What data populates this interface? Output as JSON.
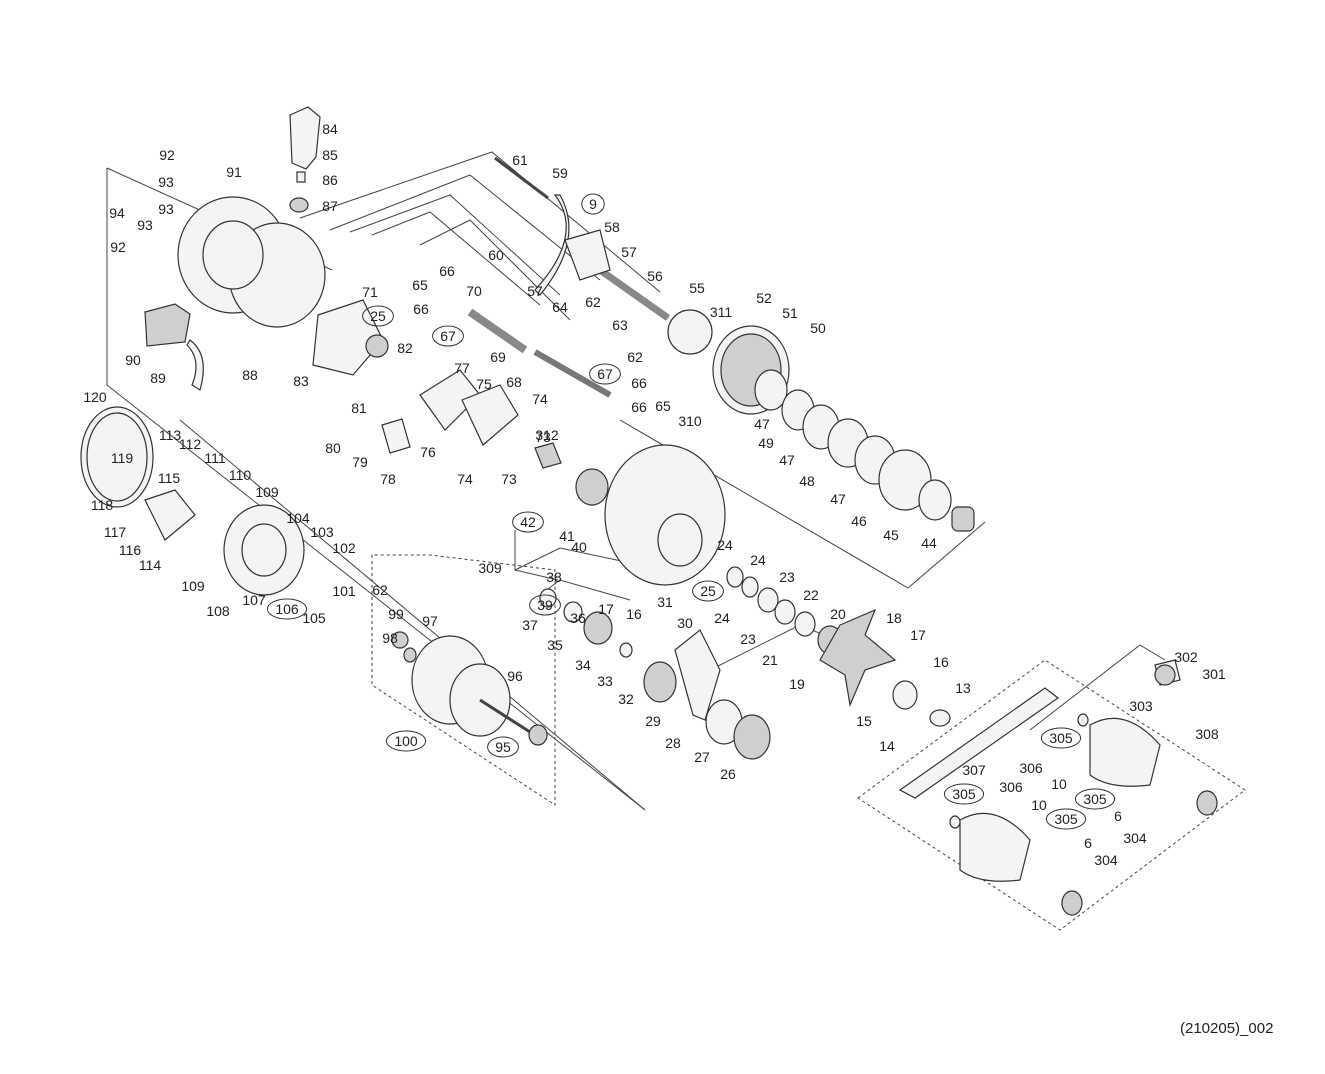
{
  "diagram": {
    "drawing_code": "(210205)_002",
    "part_labels": [
      {
        "n": "84",
        "c": false
      },
      {
        "n": "85",
        "c": false
      },
      {
        "n": "86",
        "c": false
      },
      {
        "n": "87",
        "c": false
      },
      {
        "n": "92",
        "c": false
      },
      {
        "n": "91",
        "c": false
      },
      {
        "n": "93",
        "c": false
      },
      {
        "n": "93",
        "c": false
      },
      {
        "n": "94",
        "c": false
      },
      {
        "n": "93",
        "c": false
      },
      {
        "n": "92",
        "c": false
      },
      {
        "n": "90",
        "c": false
      },
      {
        "n": "89",
        "c": false
      },
      {
        "n": "88",
        "c": false
      },
      {
        "n": "61",
        "c": false
      },
      {
        "n": "59",
        "c": false
      },
      {
        "n": "9",
        "c": true
      },
      {
        "n": "58",
        "c": false
      },
      {
        "n": "57",
        "c": false
      },
      {
        "n": "60",
        "c": false
      },
      {
        "n": "57",
        "c": false
      },
      {
        "n": "56",
        "c": false
      },
      {
        "n": "55",
        "c": false
      },
      {
        "n": "52",
        "c": false
      },
      {
        "n": "51",
        "c": false
      },
      {
        "n": "50",
        "c": false
      },
      {
        "n": "311",
        "c": false
      },
      {
        "n": "65",
        "c": false
      },
      {
        "n": "66",
        "c": false
      },
      {
        "n": "71",
        "c": false
      },
      {
        "n": "70",
        "c": false
      },
      {
        "n": "66",
        "c": false
      },
      {
        "n": "67",
        "c": true
      },
      {
        "n": "25",
        "c": true
      },
      {
        "n": "82",
        "c": false
      },
      {
        "n": "83",
        "c": false
      },
      {
        "n": "64",
        "c": false
      },
      {
        "n": "62",
        "c": false
      },
      {
        "n": "63",
        "c": false
      },
      {
        "n": "62",
        "c": false
      },
      {
        "n": "69",
        "c": false
      },
      {
        "n": "67",
        "c": true
      },
      {
        "n": "68",
        "c": false
      },
      {
        "n": "66",
        "c": false
      },
      {
        "n": "66",
        "c": false
      },
      {
        "n": "65",
        "c": false
      },
      {
        "n": "310",
        "c": false
      },
      {
        "n": "47",
        "c": false
      },
      {
        "n": "49",
        "c": false
      },
      {
        "n": "47",
        "c": false
      },
      {
        "n": "48",
        "c": false
      },
      {
        "n": "47",
        "c": false
      },
      {
        "n": "46",
        "c": false
      },
      {
        "n": "45",
        "c": false
      },
      {
        "n": "44",
        "c": false
      },
      {
        "n": "81",
        "c": false
      },
      {
        "n": "77",
        "c": false
      },
      {
        "n": "75",
        "c": false
      },
      {
        "n": "74",
        "c": false
      },
      {
        "n": "73",
        "c": false
      },
      {
        "n": "80",
        "c": false
      },
      {
        "n": "79",
        "c": false
      },
      {
        "n": "78",
        "c": false
      },
      {
        "n": "76",
        "c": false
      },
      {
        "n": "74",
        "c": false
      },
      {
        "n": "73",
        "c": false
      },
      {
        "n": "312",
        "c": false
      },
      {
        "n": "120",
        "c": false
      },
      {
        "n": "113",
        "c": false
      },
      {
        "n": "112",
        "c": false
      },
      {
        "n": "111",
        "c": false
      },
      {
        "n": "119",
        "c": false
      },
      {
        "n": "110",
        "c": false
      },
      {
        "n": "115",
        "c": false
      },
      {
        "n": "109",
        "c": false
      },
      {
        "n": "118",
        "c": false
      },
      {
        "n": "117",
        "c": false
      },
      {
        "n": "116",
        "c": false
      },
      {
        "n": "114",
        "c": false
      },
      {
        "n": "104",
        "c": false
      },
      {
        "n": "103",
        "c": false
      },
      {
        "n": "102",
        "c": false
      },
      {
        "n": "101",
        "c": false
      },
      {
        "n": "109",
        "c": false
      },
      {
        "n": "108",
        "c": false
      },
      {
        "n": "107",
        "c": false
      },
      {
        "n": "106",
        "c": true
      },
      {
        "n": "105",
        "c": false
      },
      {
        "n": "42",
        "c": true
      },
      {
        "n": "41",
        "c": false
      },
      {
        "n": "40",
        "c": false
      },
      {
        "n": "309",
        "c": false
      },
      {
        "n": "24",
        "c": false
      },
      {
        "n": "24",
        "c": false
      },
      {
        "n": "25",
        "c": true
      },
      {
        "n": "23",
        "c": false
      },
      {
        "n": "24",
        "c": false
      },
      {
        "n": "22",
        "c": false
      },
      {
        "n": "23",
        "c": false
      },
      {
        "n": "20",
        "c": false
      },
      {
        "n": "21",
        "c": false
      },
      {
        "n": "38",
        "c": false
      },
      {
        "n": "39",
        "c": true
      },
      {
        "n": "37",
        "c": false
      },
      {
        "n": "36",
        "c": false
      },
      {
        "n": "17",
        "c": false
      },
      {
        "n": "16",
        "c": false
      },
      {
        "n": "31",
        "c": false
      },
      {
        "n": "35",
        "c": false
      },
      {
        "n": "34",
        "c": false
      },
      {
        "n": "33",
        "c": false
      },
      {
        "n": "30",
        "c": false
      },
      {
        "n": "32",
        "c": false
      },
      {
        "n": "29",
        "c": false
      },
      {
        "n": "28",
        "c": false
      },
      {
        "n": "27",
        "c": false
      },
      {
        "n": "26",
        "c": false
      },
      {
        "n": "18",
        "c": false
      },
      {
        "n": "17",
        "c": false
      },
      {
        "n": "16",
        "c": false
      },
      {
        "n": "19",
        "c": false
      },
      {
        "n": "13",
        "c": false
      },
      {
        "n": "15",
        "c": false
      },
      {
        "n": "14",
        "c": false
      },
      {
        "n": "62",
        "c": false
      },
      {
        "n": "99",
        "c": false
      },
      {
        "n": "97",
        "c": false
      },
      {
        "n": "98",
        "c": false
      },
      {
        "n": "96",
        "c": false
      },
      {
        "n": "100",
        "c": true
      },
      {
        "n": "95",
        "c": true
      },
      {
        "n": "302",
        "c": false
      },
      {
        "n": "301",
        "c": false
      },
      {
        "n": "303",
        "c": false
      },
      {
        "n": "308",
        "c": false
      },
      {
        "n": "305",
        "c": true
      },
      {
        "n": "307",
        "c": false
      },
      {
        "n": "306",
        "c": false
      },
      {
        "n": "10",
        "c": false
      },
      {
        "n": "305",
        "c": true
      },
      {
        "n": "6",
        "c": false
      },
      {
        "n": "304",
        "c": false
      },
      {
        "n": "305",
        "c": true
      },
      {
        "n": "306",
        "c": false
      },
      {
        "n": "10",
        "c": false
      },
      {
        "n": "305",
        "c": true
      },
      {
        "n": "6",
        "c": false
      },
      {
        "n": "304",
        "c": false
      }
    ]
  }
}
